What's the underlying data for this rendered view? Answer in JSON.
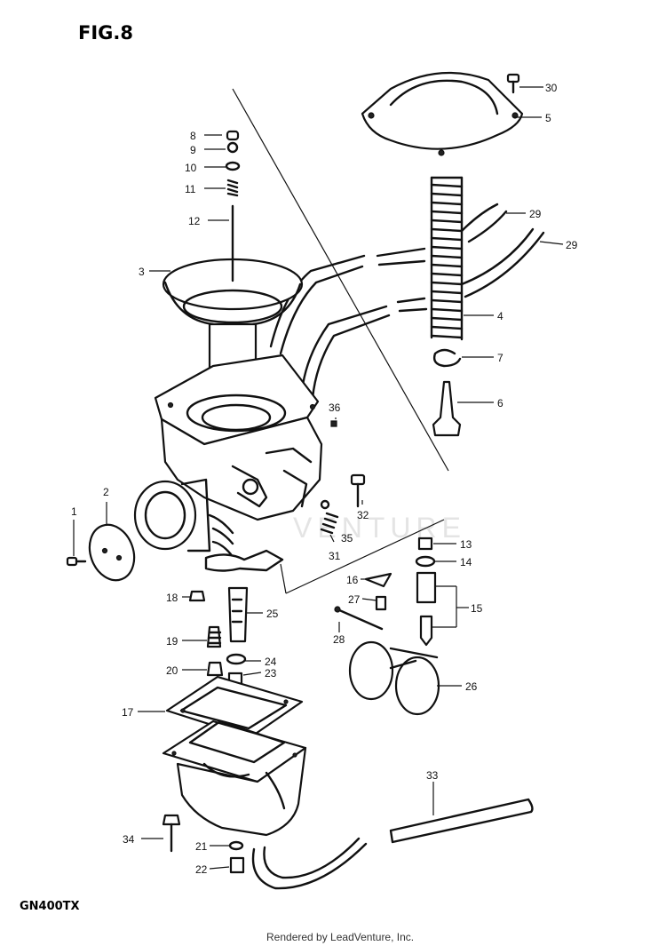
{
  "figure": {
    "title": "FIG.8",
    "model": "GN400TX",
    "credit": "Rendered by LeadVenture, Inc.",
    "watermark": "VENTURE"
  },
  "callouts": {
    "c1": "1",
    "c2": "2",
    "c3": "3",
    "c4": "4",
    "c5": "5",
    "c6": "6",
    "c7": "7",
    "c8": "8",
    "c9": "9",
    "c10": "10",
    "c11": "11",
    "c12": "12",
    "c13": "13",
    "c14": "14",
    "c15": "15",
    "c16": "16",
    "c17": "17",
    "c18": "18",
    "c19": "19",
    "c20": "20",
    "c21": "21",
    "c22": "22",
    "c23": "23",
    "c24": "24",
    "c25": "25",
    "c26": "26",
    "c27": "27",
    "c28": "28",
    "c29a": "29",
    "c29b": "29",
    "c30": "30",
    "c31": "31",
    "c32": "32",
    "c33": "33",
    "c34": "34",
    "c35": "35",
    "c36": "36"
  }
}
